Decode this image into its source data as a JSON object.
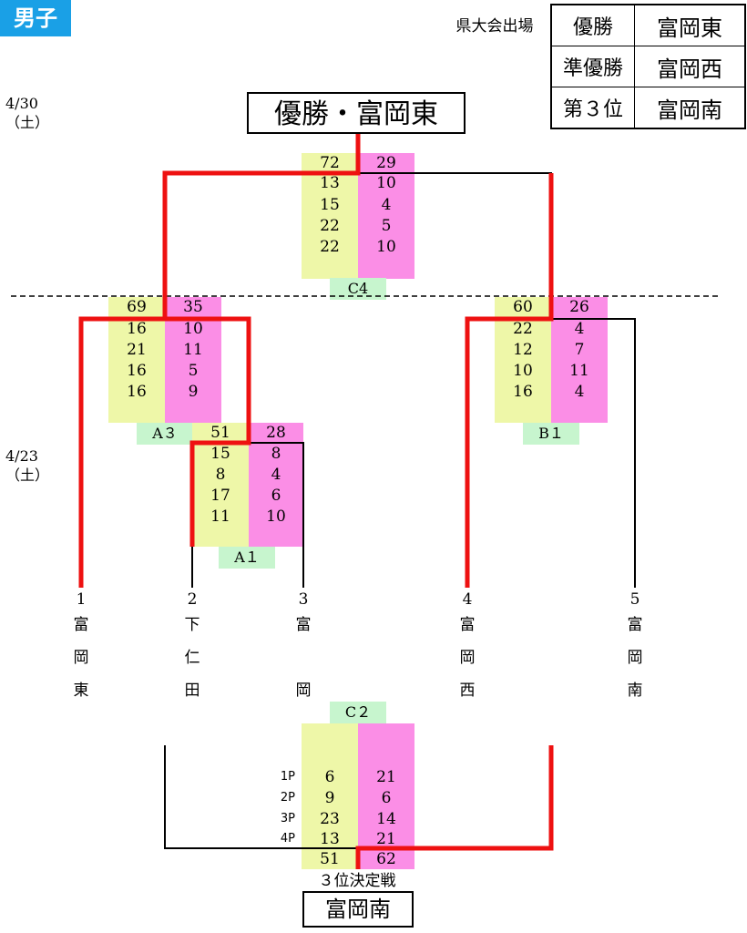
{
  "badge": "男子",
  "qualify_label": "県大会出場",
  "results": [
    {
      "rank": "優勝",
      "team": "富岡東"
    },
    {
      "rank": "準優勝",
      "team": "富岡西"
    },
    {
      "rank": "第３位",
      "team": "富岡南"
    }
  ],
  "dates": {
    "final_day": "4/30\n（土）",
    "first_day": "4/23\n（土）"
  },
  "champion_label": "優勝・富岡東",
  "third_place": {
    "label": "３位決定戦",
    "winner": "富岡南"
  },
  "teams": [
    {
      "num": "1",
      "chars": [
        "富",
        "岡",
        "東"
      ]
    },
    {
      "num": "2",
      "chars": [
        "下",
        "仁",
        "田"
      ]
    },
    {
      "num": "3",
      "chars": [
        "富",
        "",
        "岡"
      ]
    },
    {
      "num": "4",
      "chars": [
        "富",
        "岡",
        "西"
      ]
    },
    {
      "num": "5",
      "chars": [
        "富",
        "岡",
        "南"
      ]
    }
  ],
  "games": {
    "C4": {
      "tag": "C4",
      "left": [
        "72",
        "13",
        "15",
        "22",
        "22"
      ],
      "right": [
        "29",
        "10",
        "4",
        "5",
        "10"
      ]
    },
    "A3": {
      "tag": "A３",
      "left": [
        "69",
        "16",
        "21",
        "16",
        "16"
      ],
      "right": [
        "35",
        "10",
        "11",
        "5",
        "9"
      ]
    },
    "B1": {
      "tag": "B１",
      "left": [
        "60",
        "22",
        "12",
        "10",
        "16"
      ],
      "right": [
        "26",
        "4",
        "7",
        "11",
        "4"
      ]
    },
    "A1": {
      "tag": "A１",
      "left": [
        "51",
        "15",
        "8",
        "17",
        "11"
      ],
      "right": [
        "28",
        "8",
        "4",
        "6",
        "10"
      ]
    },
    "C2": {
      "tag": "C２",
      "periods": [
        "1P",
        "2P",
        "3P",
        "4P"
      ],
      "left": [
        "6",
        "9",
        "23",
        "13",
        "51"
      ],
      "right": [
        "21",
        "6",
        "14",
        "21",
        "62"
      ]
    }
  },
  "colors": {
    "winner_line": "#ee1111",
    "left_col": "#eef7a8",
    "right_col": "#fb8ee6",
    "tag": "#c7f5ce",
    "badge": "#1aa0e6"
  }
}
